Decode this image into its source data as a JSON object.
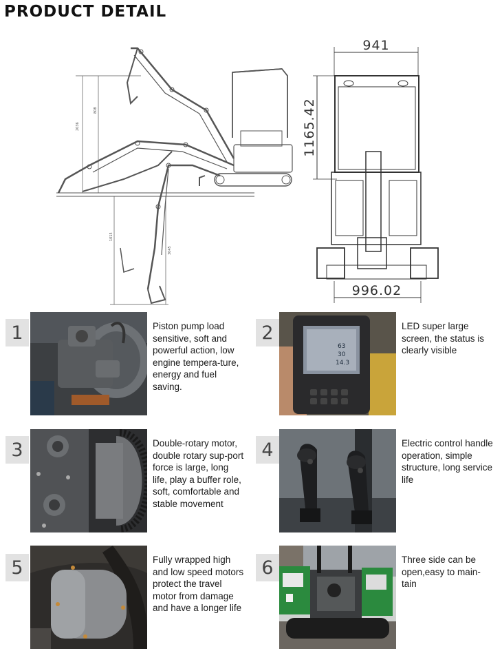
{
  "page": {
    "title": "PRODUCT DETAIL"
  },
  "drawing": {
    "dim_top_width": "941",
    "dim_height": "1165.42",
    "dim_bottom_width": "996.02",
    "side_dim_1": "2036",
    "side_dim_2": "808",
    "side_dim_3": "1015",
    "side_dim_4": "3045"
  },
  "features": [
    {
      "number": "1",
      "text": "Piston pump load sensitive, soft and powerful action, low engine tempera-ture, energy and fuel saving.",
      "image": "piston-pump-photo"
    },
    {
      "number": "2",
      "text": "LED super large screen, the status is clearly visible",
      "image": "led-screen-photo"
    },
    {
      "number": "3",
      "text": "Double-rotary motor, double rotary sup-port force is large, long life, play a buffer role, soft, comfortable and stable movement",
      "image": "rotary-motor-photo"
    },
    {
      "number": "4",
      "text": "Electric control handle operation, simple structure, long service life",
      "image": "control-handle-photo"
    },
    {
      "number": "5",
      "text": "Fully wrapped high and low speed motors protect the travel motor from damage and have a longer life",
      "image": "travel-motor-photo"
    },
    {
      "number": "6",
      "text": "Three side can be open,easy to main-tain",
      "image": "open-sides-photo"
    }
  ],
  "screen_readings": [
    "63",
    "30",
    "14.3"
  ]
}
